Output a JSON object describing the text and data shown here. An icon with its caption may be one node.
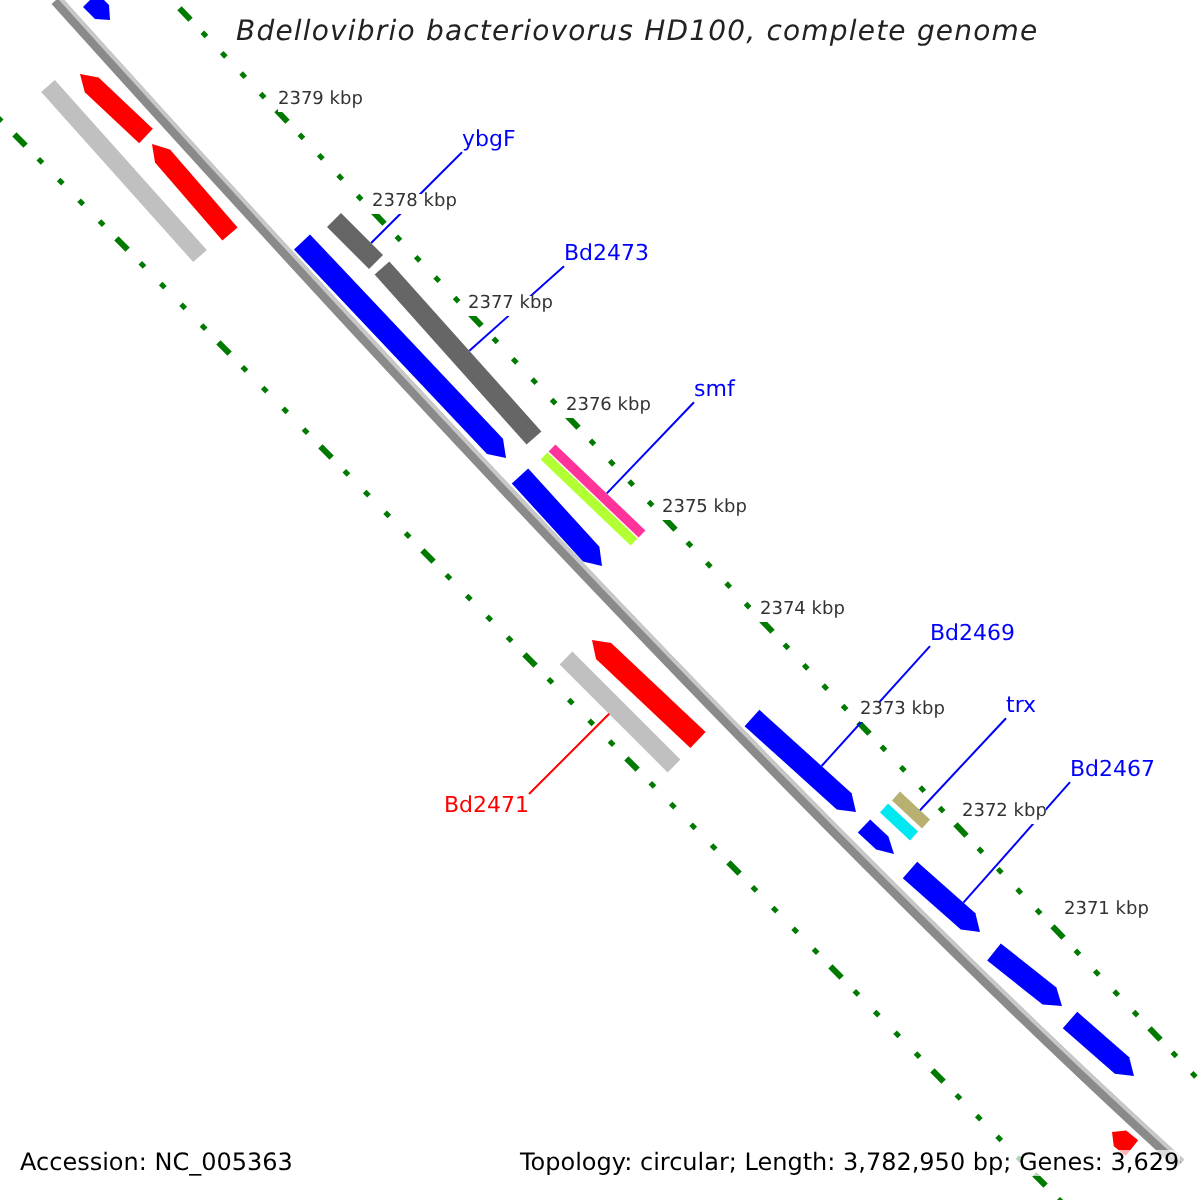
{
  "diagram": {
    "title": "Bdellovibrio bacteriovorus HD100, complete genome",
    "nodes": [
      {
        "text": [
          "ybgF"
        ]
      },
      {
        "text": [],
        "shape": "bar"
      },
      {
        "text": [
          "Bd2473"
        ]
      },
      {
        "text": [],
        "shape": "bar"
      },
      {
        "text": [
          "smf"
        ]
      },
      {
        "text": [],
        "shape": "bar"
      },
      {
        "text": [
          "Bd2469"
        ]
      },
      {
        "text": [],
        "shape": "bar"
      },
      {
        "text": [
          "trx"
        ]
      },
      {
        "text": [],
        "shape": "bar"
      },
      {
        "text": [
          "Bd2467"
        ]
      },
      {
        "text": [],
        "shape": "bar"
      },
      {
        "text": [
          "Bd2471"
        ]
      },
      {
        "text": [],
        "shape": "bar"
      },
      {
        "text": [],
        "shape": "bar"
      },
      {
        "text": [],
        "shape": "bar"
      },
      {
        "text": [],
        "shape": "bar"
      },
      {
        "text": [],
        "shape": "bar"
      },
      {
        "text": [],
        "shape": "bar"
      },
      {
        "text": [],
        "shape": "bar"
      },
      {
        "text": [],
        "shape": "bar"
      },
      {
        "text": [],
        "shape": "bar"
      },
      {
        "text": [],
        "shape": "bar"
      },
      {
        "text": [],
        "shape": "bar"
      },
      {
        "text": [],
        "shape": "bar"
      },
      {
        "text": [],
        "shape": "bar"
      }
    ],
    "edges": [
      {
        "from": 0,
        "to": 1,
        "arrow": "none"
      },
      {
        "from": 2,
        "to": 3,
        "arrow": "none"
      },
      {
        "from": 4,
        "to": 5,
        "arrow": "none"
      },
      {
        "from": 6,
        "to": 7,
        "arrow": "none"
      },
      {
        "from": 8,
        "to": 9,
        "arrow": "none"
      },
      {
        "from": 10,
        "to": 11,
        "arrow": "none"
      },
      {
        "from": 12,
        "to": 13,
        "arrow": "none",
        "color": "#ff0000"
      }
    ],
    "labels": [
      "2379 kbp",
      "2378 kbp",
      "2377 kbp",
      "2376 kbp",
      "2375 kbp",
      "2374 kbp",
      "2373 kbp",
      "2372 kbp",
      "2371 kbp",
      "Accession: NC_005363",
      "Topology: circular; Length: 3,782,950 bp; Genes: 3,629"
    ]
  }
}
